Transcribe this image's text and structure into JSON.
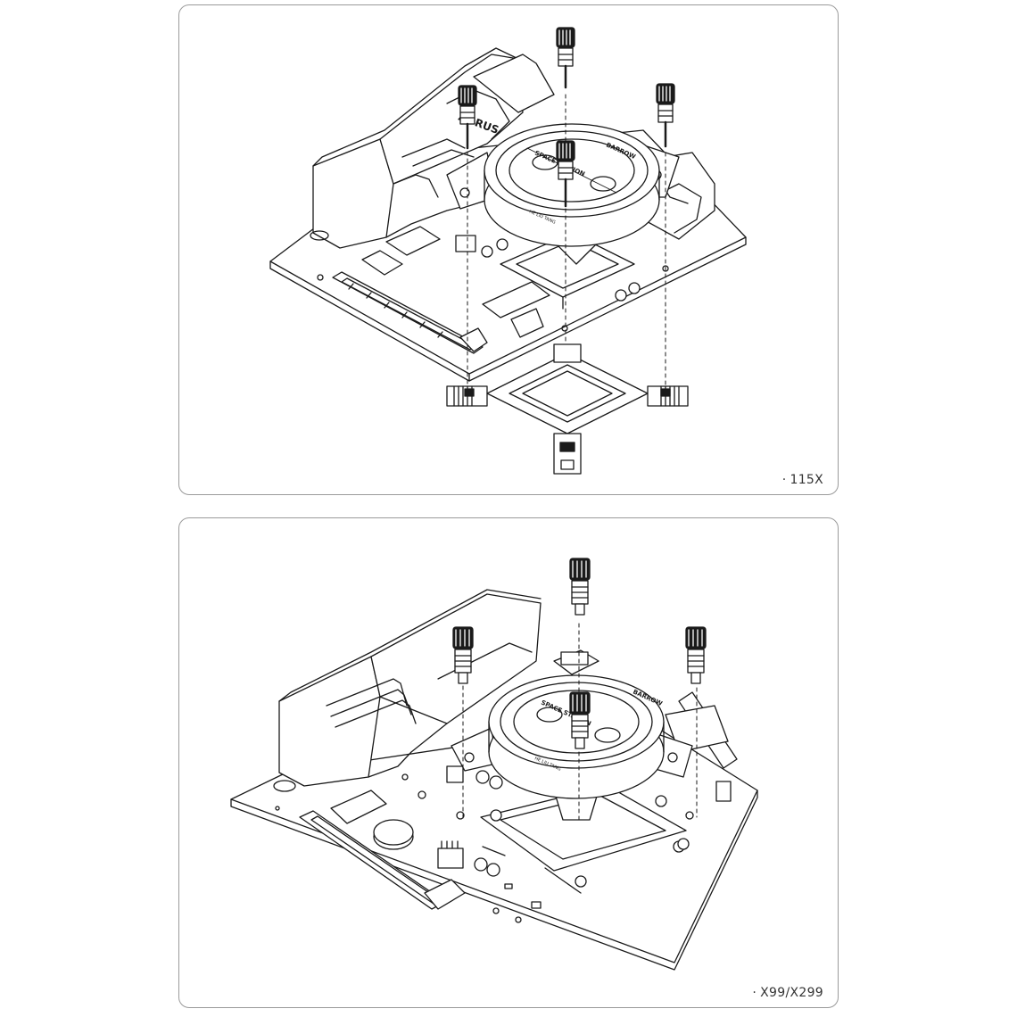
{
  "panels": [
    {
      "caption": "115X",
      "block_ring_text": "SPACE STATION",
      "block_brand_text": "BARROW",
      "board_logo_text": "AORUS",
      "block_sub_text": "HE LIU TANG"
    },
    {
      "caption": "X99/X299",
      "block_ring_text": "SPACE STATION",
      "block_brand_text": "BARROW",
      "block_sub_text": "HE LIU TANG"
    }
  ],
  "colors": {
    "line": "#1a1a1a",
    "frame": "#9a9a9a",
    "caption": "#333333"
  }
}
